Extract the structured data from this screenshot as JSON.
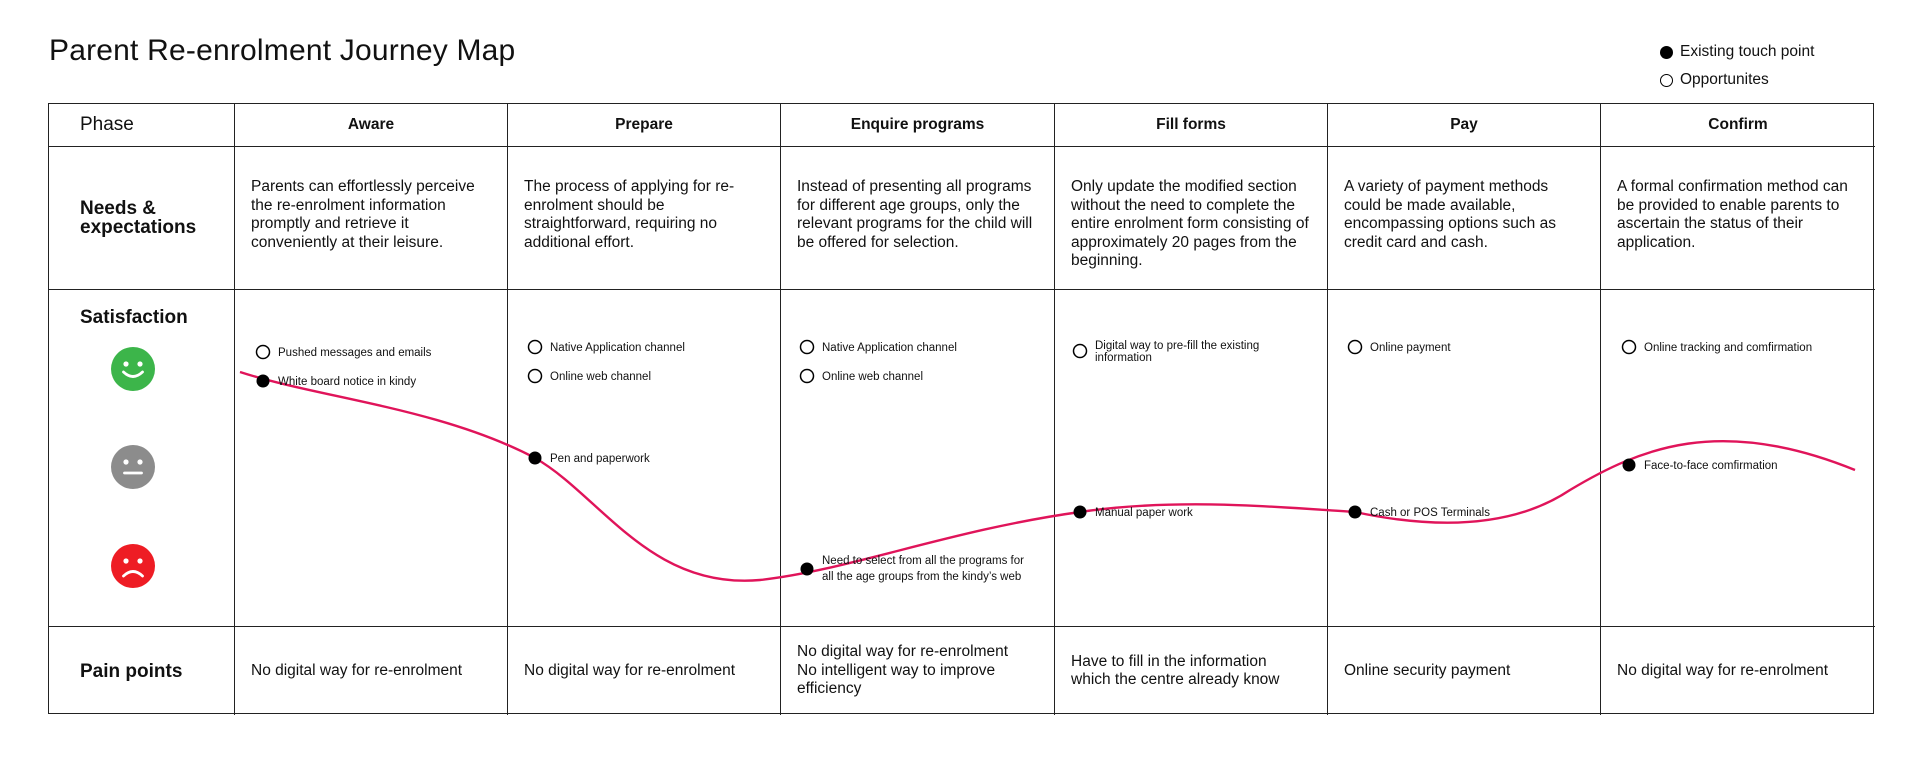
{
  "title": "Parent Re-enrolment Journey Map",
  "legend": {
    "existing": "Existing touch point",
    "opportunities": "Opportunites"
  },
  "row_labels": {
    "phase": "Phase",
    "needs_line1": "Needs &",
    "needs_line2": "expectations",
    "satisfaction": "Satisfaction",
    "pain": "Pain points"
  },
  "phases": [
    {
      "name": "Aware",
      "needs": "Parents can effortlessly perceive the re-enrolment information promptly and retrieve it conveniently at their leisure.",
      "pain": [
        "No digital way for re-enrolment"
      ],
      "touchpoints": [
        {
          "type": "opportunity",
          "label": [
            "Pushed messages and emails"
          ]
        },
        {
          "type": "existing",
          "label": [
            "White board notice in kindy"
          ]
        }
      ]
    },
    {
      "name": "Prepare",
      "needs": "The process of applying for re-enrolment should be straightforward, requiring no additional effort.",
      "pain": [
        "No digital way for re-enrolment"
      ],
      "touchpoints": [
        {
          "type": "opportunity",
          "label": [
            "Native Application channel"
          ]
        },
        {
          "type": "opportunity",
          "label": [
            "Online web channel"
          ]
        },
        {
          "type": "existing",
          "label": [
            "Pen and paperwork"
          ]
        }
      ]
    },
    {
      "name": "Enquire programs",
      "needs": "Instead of presenting all programs for different age groups, only the relevant programs for the child will be offered for selection.",
      "pain": [
        "No digital way for re-enrolment",
        "No intelligent way to improve",
        "efficiency"
      ],
      "touchpoints": [
        {
          "type": "opportunity",
          "label": [
            "Native Application channel"
          ]
        },
        {
          "type": "opportunity",
          "label": [
            "Online web channel"
          ]
        },
        {
          "type": "existing",
          "label": [
            "Need to select from all the programs for",
            "all the age groups from the kindy’s web"
          ]
        }
      ]
    },
    {
      "name": "Fill forms",
      "needs": "Only update the modified section without the need to complete the entire enrolment form consisting of approximately 20 pages from the beginning.",
      "pain": [
        "Have to fill in the information",
        "which the centre already know"
      ],
      "touchpoints": [
        {
          "type": "opportunity",
          "label": [
            "Digital way to pre-fill the existing",
            "information"
          ]
        },
        {
          "type": "existing",
          "label": [
            "Manual paper work"
          ]
        }
      ]
    },
    {
      "name": "Pay",
      "needs": "A variety of payment methods could be made available, encompassing options such as credit card and cash.",
      "pain": [
        "Online security payment"
      ],
      "touchpoints": [
        {
          "type": "opportunity",
          "label": [
            "Online payment"
          ]
        },
        {
          "type": "existing",
          "label": [
            "Cash or POS Terminals"
          ]
        }
      ]
    },
    {
      "name": "Confirm",
      "needs": "A formal confirmation method can be provided to enable parents to ascertain the status of their application.",
      "pain": [
        "No digital way for re-enrolment"
      ],
      "touchpoints": [
        {
          "type": "opportunity",
          "label": [
            "Online tracking and comfirmation"
          ]
        },
        {
          "type": "existing",
          "label": [
            "Face-to-face comfirmation"
          ]
        }
      ]
    }
  ],
  "colors": {
    "curve": "#e0145a",
    "happy": "#3cb54a",
    "neutral": "#8c8c8c",
    "sad": "#ee1c24",
    "border": "#222222"
  },
  "faces": [
    {
      "icon": "happy-face-icon",
      "level": "high"
    },
    {
      "icon": "neutral-face-icon",
      "level": "medium"
    },
    {
      "icon": "sad-face-icon",
      "level": "low"
    }
  ]
}
